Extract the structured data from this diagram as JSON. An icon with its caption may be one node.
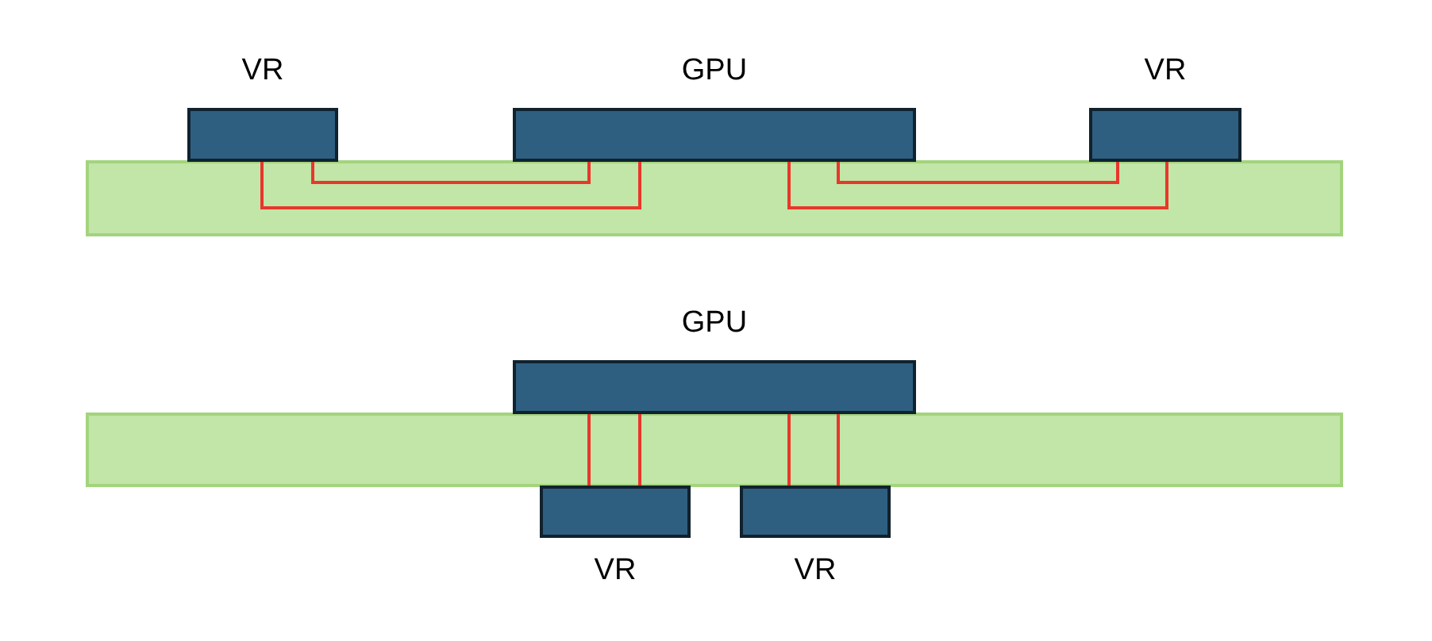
{
  "diagram": {
    "nodes": [
      {
        "text": [
          "VR"
        ]
      },
      {
        "text": [
          "GPU"
        ]
      },
      {
        "text": [
          "VR"
        ]
      },
      {
        "text": [
          "GPU"
        ]
      },
      {
        "text": [
          "VR"
        ]
      },
      {
        "text": [
          "VR"
        ]
      }
    ],
    "edges": [
      {
        "from": 0,
        "to": 1,
        "arrow": "none"
      },
      {
        "from": 0,
        "to": 1,
        "arrow": "none"
      },
      {
        "from": 1,
        "to": 2,
        "arrow": "none"
      },
      {
        "from": 1,
        "to": 2,
        "arrow": "none"
      },
      {
        "from": 3,
        "to": 4,
        "arrow": "none"
      },
      {
        "from": 3,
        "to": 4,
        "arrow": "none"
      },
      {
        "from": 3,
        "to": 5,
        "arrow": "none"
      },
      {
        "from": 3,
        "to": 5,
        "arrow": "none"
      }
    ]
  }
}
